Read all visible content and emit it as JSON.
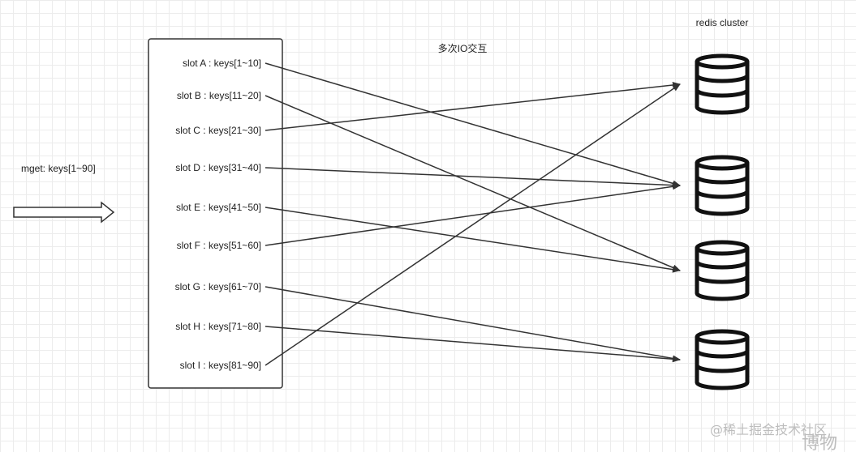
{
  "title": "多次IO交互",
  "cluster_label": "redis cluster",
  "input_label": "mget: keys[1~90]",
  "slots": [
    {
      "id": "A",
      "label": "slot A : keys[1~10]"
    },
    {
      "id": "B",
      "label": "slot B : keys[11~20]"
    },
    {
      "id": "C",
      "label": "slot C : keys[21~30]"
    },
    {
      "id": "D",
      "label": "slot D : keys[31~40]"
    },
    {
      "id": "E",
      "label": "slot E : keys[41~50]"
    },
    {
      "id": "F",
      "label": "slot F : keys[51~60]"
    },
    {
      "id": "G",
      "label": "slot G : keys[61~70]"
    },
    {
      "id": "H",
      "label": "slot H : keys[71~80]"
    },
    {
      "id": "I",
      "label": "slot I : keys[81~90]"
    }
  ],
  "nodes": [
    {
      "id": "node-1",
      "icon": "database-icon"
    },
    {
      "id": "node-2",
      "icon": "database-icon"
    },
    {
      "id": "node-3",
      "icon": "database-icon"
    },
    {
      "id": "node-4",
      "icon": "database-icon"
    }
  ],
  "edges": [
    {
      "from": "A",
      "to": 1
    },
    {
      "from": "B",
      "to": 2
    },
    {
      "from": "C",
      "to": 0
    },
    {
      "from": "D",
      "to": 1
    },
    {
      "from": "E",
      "to": 2
    },
    {
      "from": "F",
      "to": 1
    },
    {
      "from": "G",
      "to": 3
    },
    {
      "from": "H",
      "to": 3
    },
    {
      "from": "I",
      "to": 0
    }
  ],
  "watermark": "@稀土掘金技术社区",
  "watermark_overlay": "博物",
  "colors": {
    "line": "#333333",
    "text": "#222222",
    "watermark": "#bdbdbd"
  }
}
